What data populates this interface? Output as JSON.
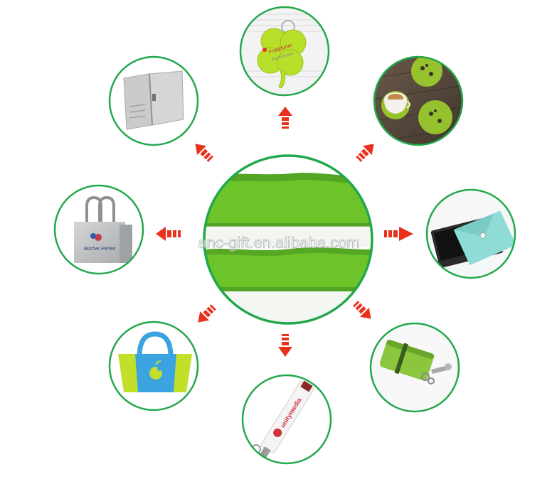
{
  "watermark": "anc-gift.en.alibaba.com",
  "colors": {
    "ring": "#22a84a",
    "arrow": "#e8321e",
    "felt_green": "#6cc32a",
    "felt_dark": "#3f8d1e",
    "felt_grey": "#bfc1c2",
    "teal": "#7fd8d2",
    "blue": "#3aa3e0",
    "lime": "#c2e02a"
  },
  "items": {
    "center": {
      "icon": "green-felt-roll-icon"
    },
    "top": {
      "icon": "clover-keychain-icon",
      "text1": "Frankfurter",
      "text2": "Fachmesse"
    },
    "top_right": {
      "icon": "coaster-set-icon"
    },
    "right": {
      "icon": "tablet-sleeve-icon"
    },
    "bottom_right": {
      "icon": "key-pouch-icon"
    },
    "bottom": {
      "icon": "lanyard-keychain-icon",
      "text": "unitymedia"
    },
    "bottom_left": {
      "icon": "handbag-icon"
    },
    "left": {
      "icon": "shopping-bag-icon",
      "text": "Bücher Perlen"
    },
    "top_left": {
      "icon": "folder-icon"
    }
  }
}
